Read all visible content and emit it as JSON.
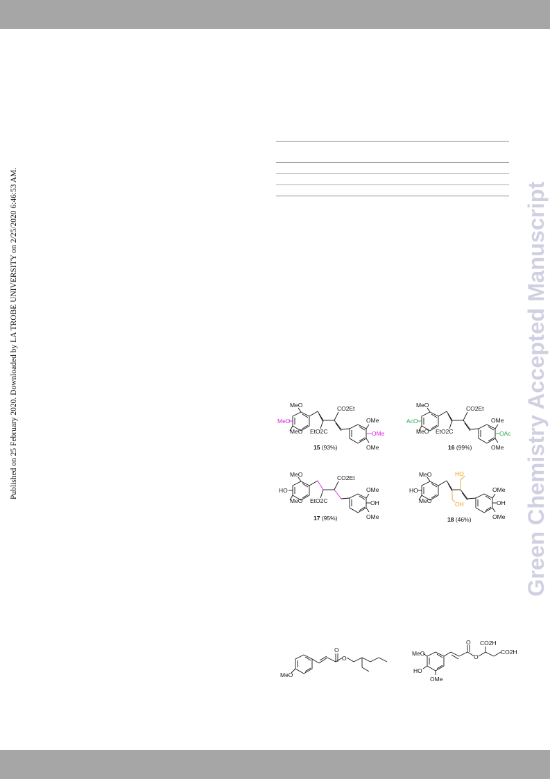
{
  "sidebar_left": {
    "text": "Published on 25 February 2020. Downloaded by LA TROBE UNIVERSITY on 2/25/2020 6:46:53 AM."
  },
  "sidebar_right": {
    "text": "Green Chemistry Accepted Manuscript"
  },
  "compounds": [
    {
      "number": "15",
      "yield": "(93%)",
      "labels": {
        "tl": "MeO",
        "l": "MeO",
        "bl": "MeO",
        "top": "CO2Et",
        "bottom": "EtO2C",
        "tr": "OMe",
        "r": "OMe",
        "br": "OMe"
      }
    },
    {
      "number": "16",
      "yield": "(99%)",
      "labels": {
        "tl": "MeO",
        "l": "AcO",
        "bl": "MeO",
        "top": "CO2Et",
        "bottom": "EtO2C",
        "tr": "OMe",
        "r": "OAc",
        "br": "OMe"
      }
    },
    {
      "number": "17",
      "yield": "(95%)",
      "labels": {
        "tl": "MeO",
        "l": "HO",
        "bl": "MeO",
        "top": "CO2Et",
        "bottom": "EtO2C",
        "tr": "OMe",
        "r": "OH",
        "br": "OMe"
      }
    },
    {
      "number": "18",
      "yield": "(46%)",
      "labels": {
        "tl": "MeO",
        "l": "HO",
        "bl": "MeO",
        "top": "HO",
        "bottom": "OH",
        "tr": "OMe",
        "r": "OH",
        "br": "OMe"
      }
    }
  ],
  "bottom_structures": [
    {
      "labels": {
        "meo": "MeO",
        "o": "O",
        "o2": "O"
      }
    },
    {
      "labels": {
        "meo": "MeO",
        "ho": "HO",
        "ome": "OMe",
        "o": "O",
        "o2": "O",
        "co2h1": "CO2H",
        "co2h2": "CO2H"
      }
    }
  ],
  "colors": {
    "band": "#a6a6a6",
    "watermark": "#d0d0e2",
    "magenta": "#e020e0",
    "green": "#2aa84a",
    "orange": "#e8a020"
  }
}
